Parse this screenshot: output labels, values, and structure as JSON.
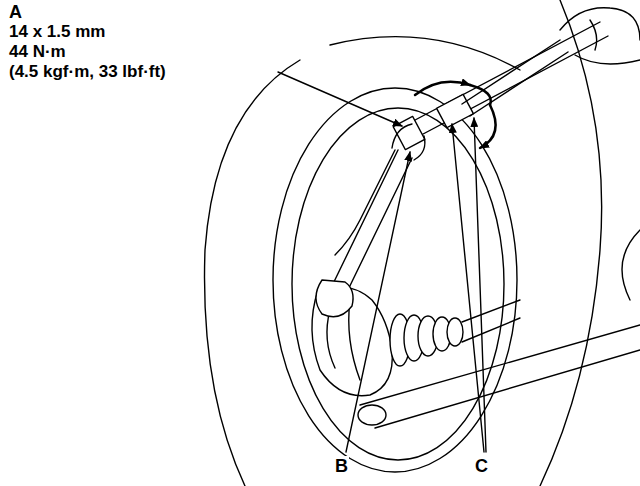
{
  "diagram": {
    "labels": [
      "A",
      "14 x 1.5 mm",
      "44 N·m",
      "(4.5 kgf·m, 33 lbf·ft)",
      "B",
      "C"
    ]
  }
}
